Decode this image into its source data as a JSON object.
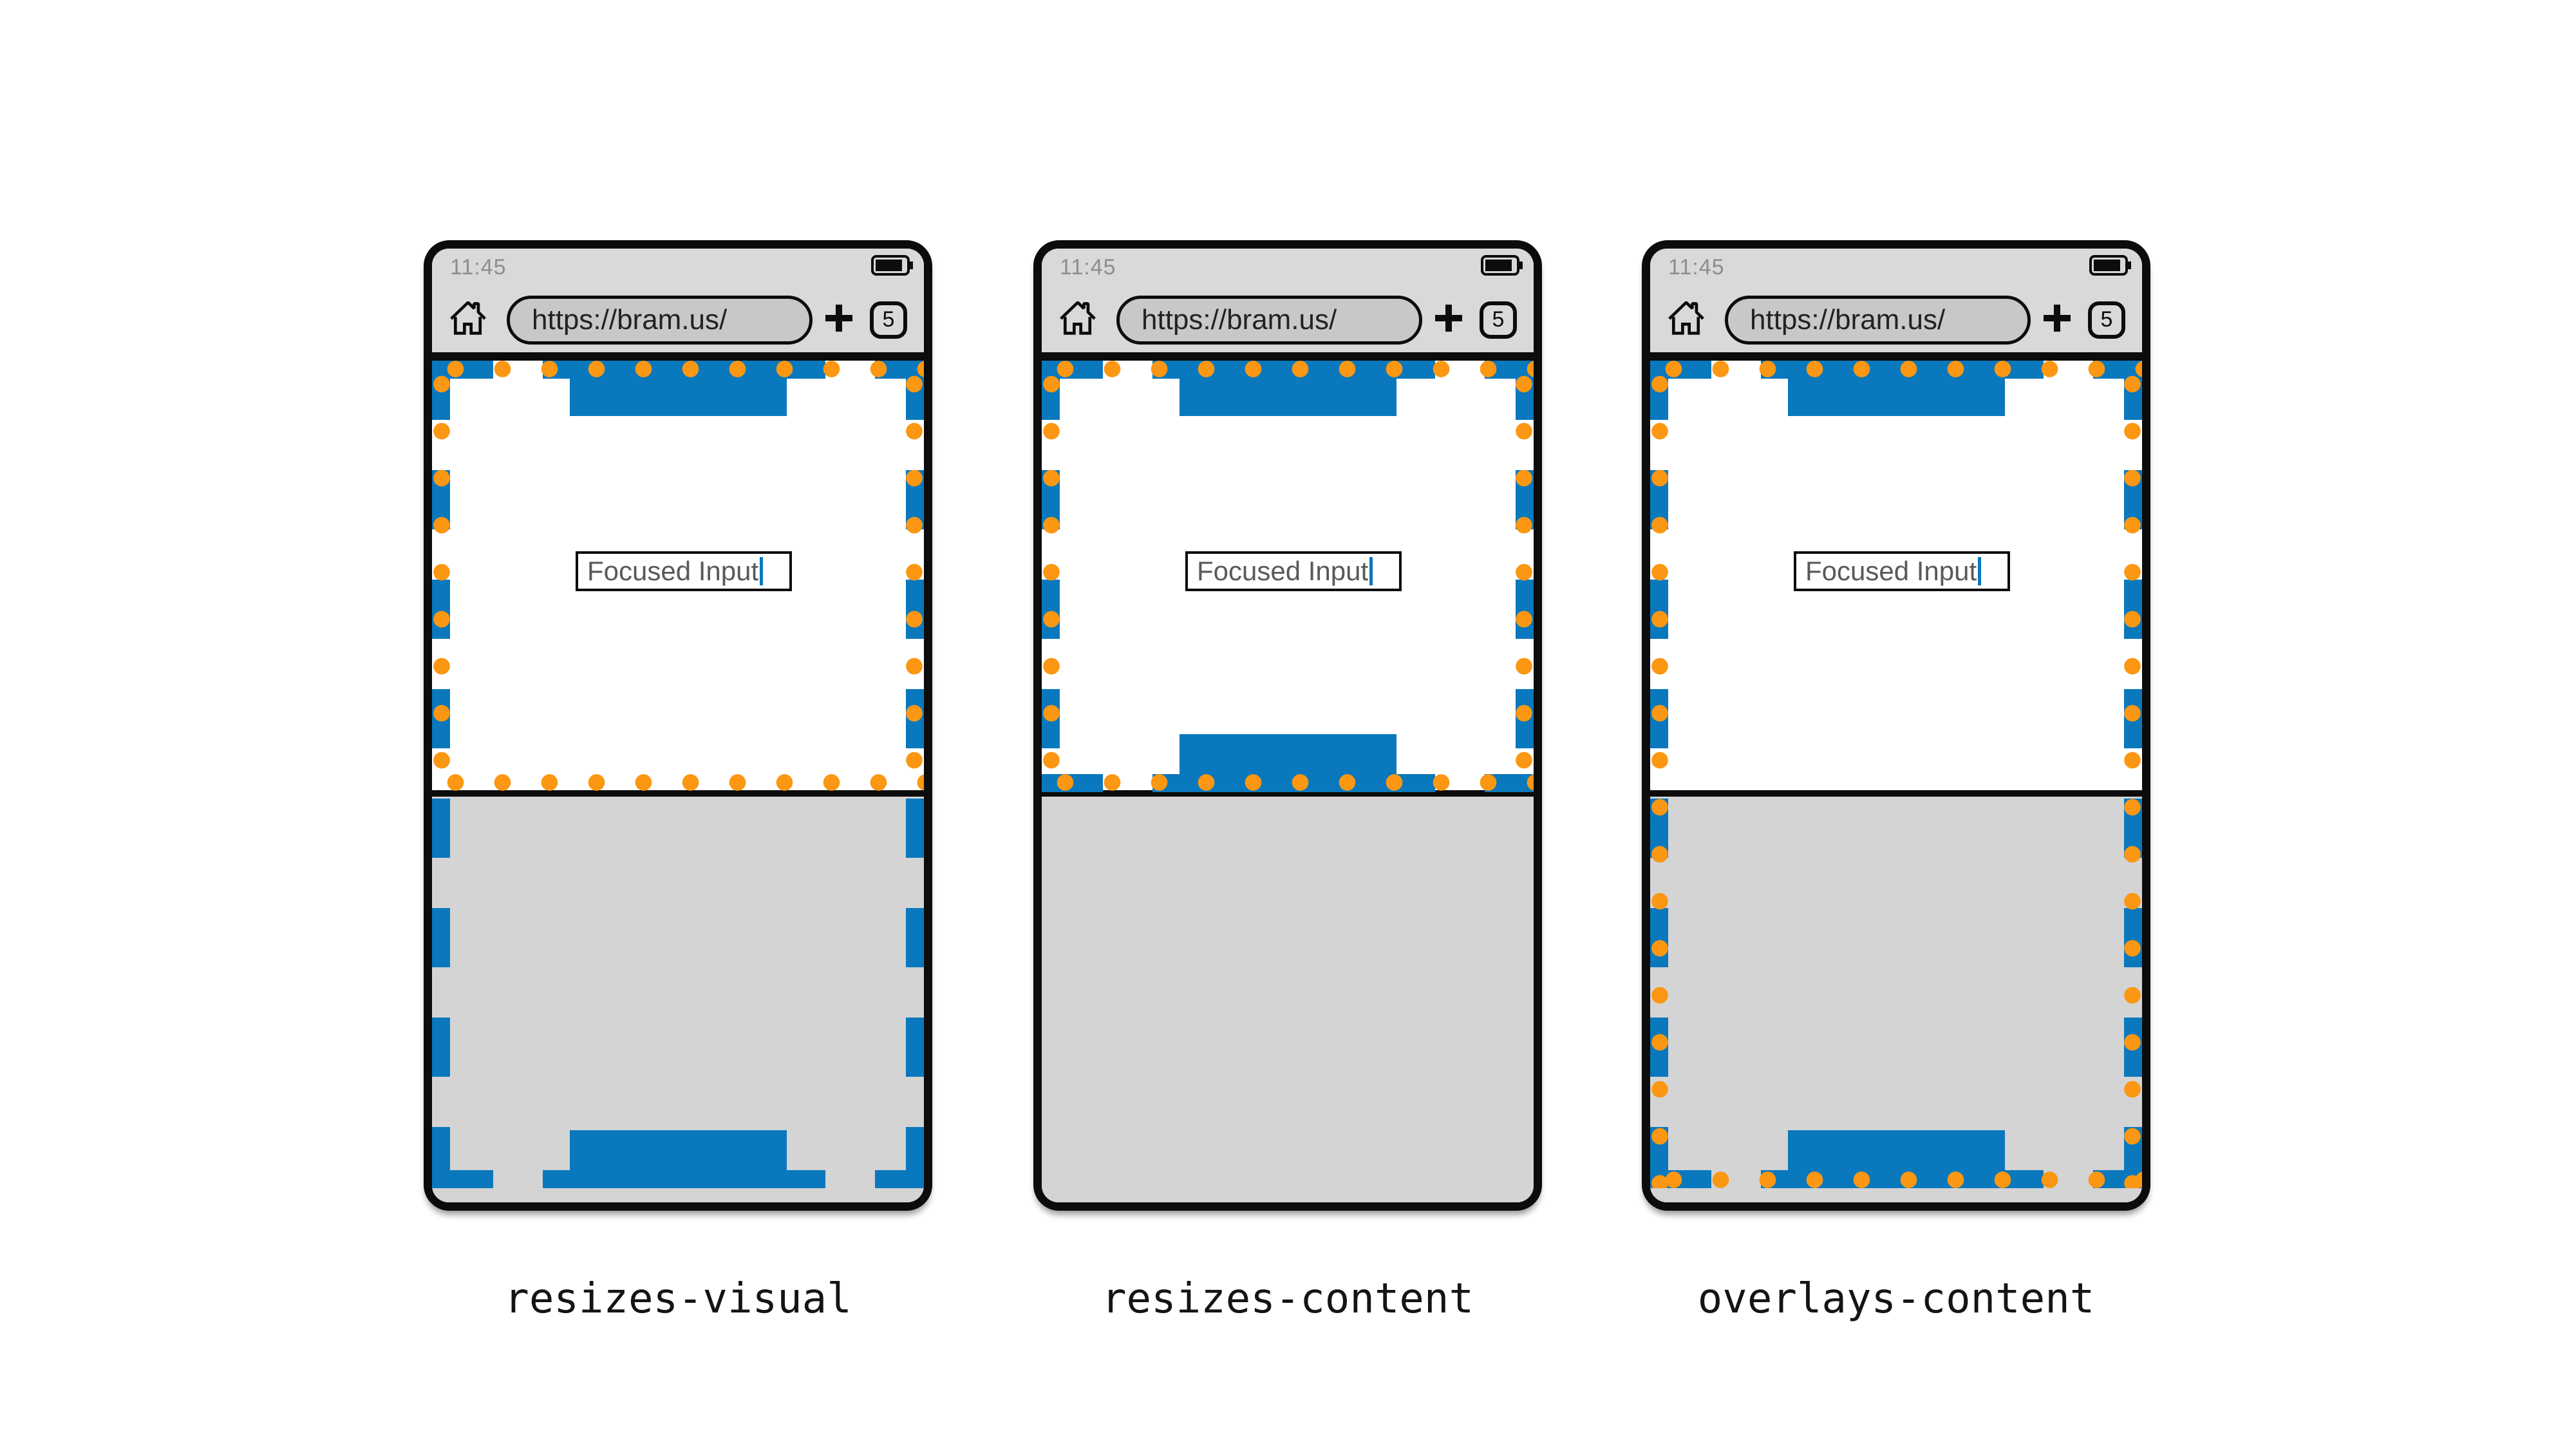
{
  "colors": {
    "layout_viewport_blue": "#0a78bd",
    "visual_viewport_orange": "#fb9712",
    "browser_chrome_gray": "#d9d9d9",
    "keyboard_gray": "#d4d4d4",
    "url_pill_gray": "#c8c8c8",
    "outline_black": "#0c0c0c"
  },
  "phones": [
    {
      "caption": "resizes-visual",
      "behavior": {
        "layout_viewport": "extends-under-keyboard",
        "visual_viewport": "stops-above-keyboard"
      },
      "status_bar": {
        "time": "11:45",
        "battery_icon": "battery-icon"
      },
      "toolbar": {
        "home_icon": "home-icon",
        "url_value": "https://bram.us/",
        "new_tab_icon": "plus-icon",
        "tab_count": "5"
      },
      "page": {
        "input_value": "Focused Input"
      }
    },
    {
      "caption": "resizes-content",
      "behavior": {
        "layout_viewport": "stops-above-keyboard",
        "visual_viewport": "stops-above-keyboard"
      },
      "status_bar": {
        "time": "11:45",
        "battery_icon": "battery-icon"
      },
      "toolbar": {
        "home_icon": "home-icon",
        "url_value": "https://bram.us/",
        "new_tab_icon": "plus-icon",
        "tab_count": "5"
      },
      "page": {
        "input_value": "Focused Input"
      }
    },
    {
      "caption": "overlays-content",
      "behavior": {
        "layout_viewport": "extends-under-keyboard",
        "visual_viewport": "extends-under-keyboard"
      },
      "status_bar": {
        "time": "11:45",
        "battery_icon": "battery-icon"
      },
      "toolbar": {
        "home_icon": "home-icon",
        "url_value": "https://bram.us/",
        "new_tab_icon": "plus-icon",
        "tab_count": "5"
      },
      "page": {
        "input_value": "Focused Input"
      }
    }
  ]
}
